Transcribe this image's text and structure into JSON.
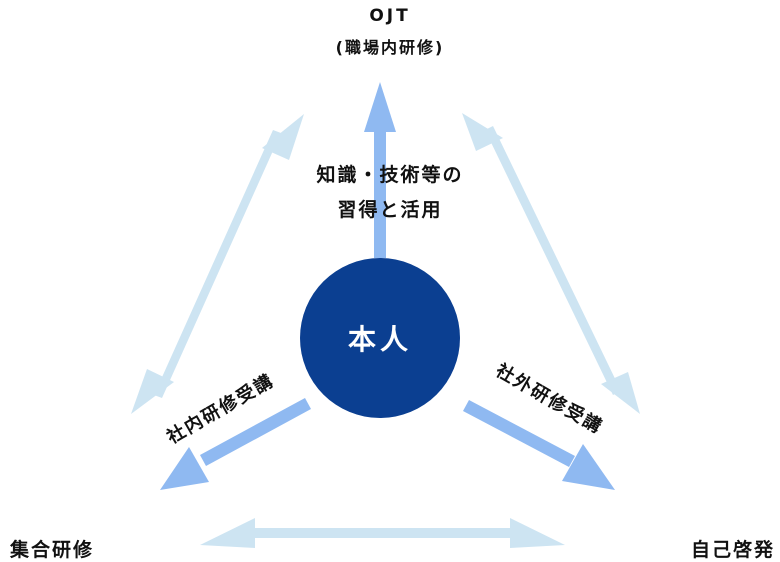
{
  "top": {
    "title": "OJT",
    "subtitle": "(職場内研修)"
  },
  "center": {
    "label": "本人"
  },
  "knowledge": {
    "line1": "知識・技術等の",
    "line2": "習得と活用"
  },
  "left_arrow_label": "社内研修受講",
  "right_arrow_label": "社外研修受講",
  "corners": {
    "bottom_left": "集合研修",
    "bottom_right": "自己啓発"
  },
  "colors": {
    "center_circle": "#0B3F91",
    "inner_arrow": "#8FB9F1",
    "outer_arrow": "#CDE4F2",
    "text": "#111111"
  }
}
